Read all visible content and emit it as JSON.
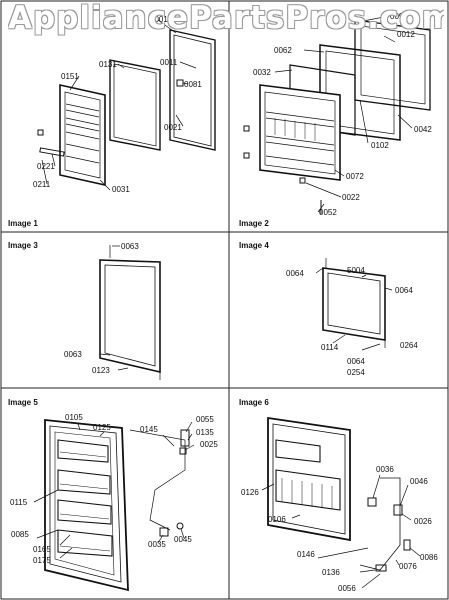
{
  "watermark": "AppliancePartsPros.com",
  "panels": [
    {
      "caption": "Image 1",
      "callouts": [
        {
          "key": "a",
          "text": "0001"
        },
        {
          "key": "b",
          "text": "0131"
        },
        {
          "key": "c",
          "text": "0011"
        },
        {
          "key": "d",
          "text": "0151"
        },
        {
          "key": "e",
          "text": "0081"
        },
        {
          "key": "f",
          "text": "0021"
        },
        {
          "key": "g",
          "text": "0221"
        },
        {
          "key": "h",
          "text": "0211"
        },
        {
          "key": "i",
          "text": "0031"
        }
      ]
    },
    {
      "caption": "Image 2",
      "callouts": [
        {
          "key": "a",
          "text": "0092"
        },
        {
          "key": "b",
          "text": "0012"
        },
        {
          "key": "c",
          "text": "0062"
        },
        {
          "key": "d",
          "text": "0032"
        },
        {
          "key": "e",
          "text": "0042"
        },
        {
          "key": "f",
          "text": "0102"
        },
        {
          "key": "g",
          "text": "0072"
        },
        {
          "key": "h",
          "text": "0022"
        },
        {
          "key": "i",
          "text": "0052"
        }
      ]
    },
    {
      "caption": "Image 3",
      "callouts": [
        {
          "key": "a",
          "text": "0063"
        },
        {
          "key": "b",
          "text": "0063"
        },
        {
          "key": "c",
          "text": "0123"
        }
      ]
    },
    {
      "caption": "Image 4",
      "callouts": [
        {
          "key": "a",
          "text": "0064"
        },
        {
          "key": "b",
          "text": "5004"
        },
        {
          "key": "c",
          "text": "0064"
        },
        {
          "key": "d",
          "text": "0114"
        },
        {
          "key": "e",
          "text": "0264"
        },
        {
          "key": "f",
          "text": "0064"
        },
        {
          "key": "g",
          "text": "0254"
        }
      ]
    },
    {
      "caption": "Image 5",
      "callouts": [
        {
          "key": "a",
          "text": "0105"
        },
        {
          "key": "b",
          "text": "0125"
        },
        {
          "key": "c",
          "text": "0145"
        },
        {
          "key": "d",
          "text": "0055"
        },
        {
          "key": "e",
          "text": "0135"
        },
        {
          "key": "f",
          "text": "0025"
        },
        {
          "key": "g",
          "text": "0115"
        },
        {
          "key": "h",
          "text": "0085"
        },
        {
          "key": "i",
          "text": "0165"
        },
        {
          "key": "j",
          "text": "0175"
        },
        {
          "key": "k",
          "text": "0035"
        },
        {
          "key": "l",
          "text": "0045"
        }
      ]
    },
    {
      "caption": "Image 6",
      "callouts": [
        {
          "key": "a",
          "text": "0036"
        },
        {
          "key": "b",
          "text": "0046"
        },
        {
          "key": "c",
          "text": "0126"
        },
        {
          "key": "d",
          "text": "0106"
        },
        {
          "key": "e",
          "text": "0026"
        },
        {
          "key": "f",
          "text": "0146"
        },
        {
          "key": "g",
          "text": "0086"
        },
        {
          "key": "h",
          "text": "0076"
        },
        {
          "key": "i",
          "text": "0136"
        },
        {
          "key": "j",
          "text": "0056"
        }
      ]
    }
  ]
}
